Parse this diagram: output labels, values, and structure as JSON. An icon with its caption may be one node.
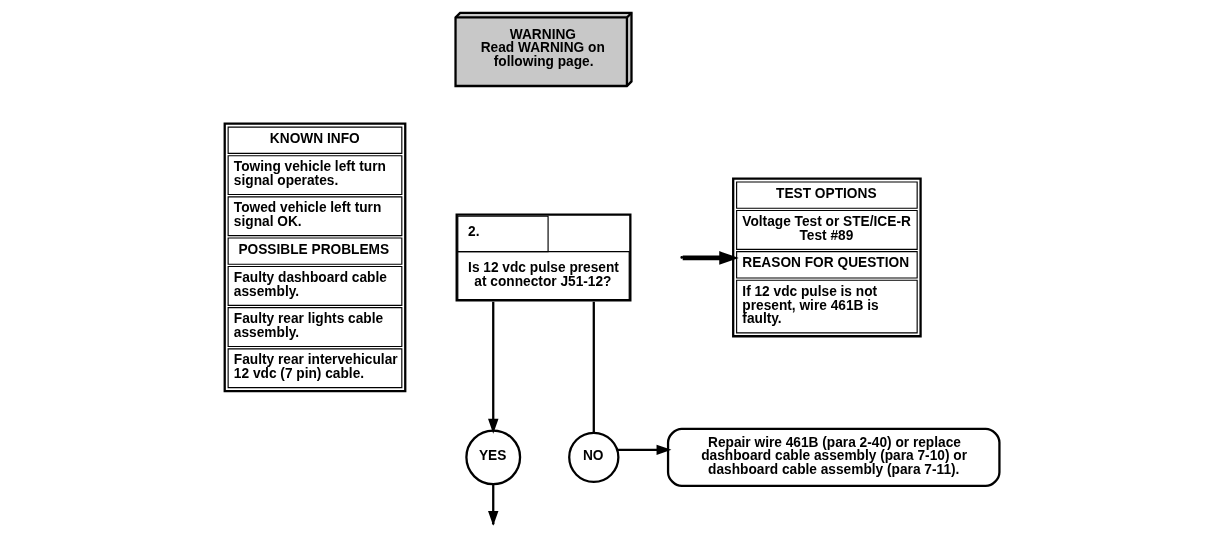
{
  "diagram": {
    "nodes": [
      {
        "text": [
          "KNOWN INFO",
          "Towing vehicle left turn signal operates.",
          "Towed vehicle left turn signal OK.",
          "POSSIBLE PROBLEMS",
          "Faulty dashboard cable assembly.",
          "Faulty rear lights cable assembly.",
          "Faulty rear intervehicular 12 vdc (7 pin) cable."
        ]
      },
      {
        "text": [
          "2.",
          "Is 12 vdc pulse present at connector J51-12?"
        ]
      },
      {
        "text": [
          "WARNING",
          "Read WARNING on following page."
        ]
      },
      {
        "text": [
          "TEST OPTIONS",
          "Voltage Test or STE/ICE-R Test #89",
          "REASON FOR QUESTION",
          "If 12 vdc pulse is not present, wire 461B is faulty."
        ]
      },
      {
        "text": [
          "NO"
        ]
      },
      {
        "text": [
          "YES"
        ]
      },
      {
        "text": [
          "Repair wire 461B (para 2-40) or replace dashboard cable assembly (para 7-10) or dashboard cable assembly (para 7-11)."
        ]
      }
    ],
    "edges": [
      {
        "from": 1,
        "to": 4,
        "arrow": "none"
      },
      {
        "from": 4,
        "to": 6,
        "arrow": "to"
      },
      {
        "from": 1,
        "to": 5,
        "arrow": "to"
      },
      {
        "from": 5,
        "to": null,
        "arrow": "to"
      },
      {
        "from": null,
        "to": 3,
        "arrow": "to",
        "style": "thick"
      }
    ]
  }
}
